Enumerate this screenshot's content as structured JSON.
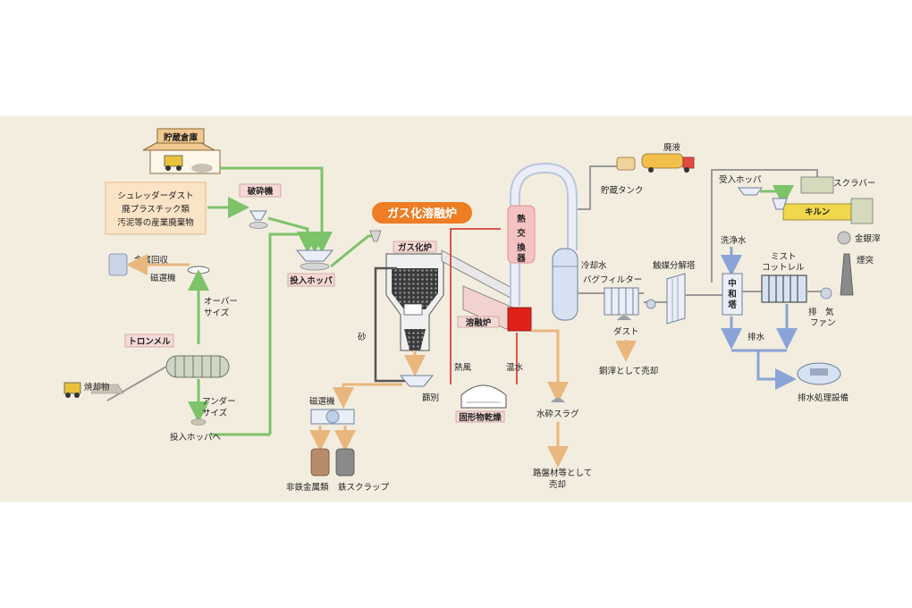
{
  "labels": {
    "storage": "貯蔵倉庫",
    "waste1": "シュレッダーダスト",
    "waste2": "廃プラスチック類",
    "waste3": "汚泥等の産業廃棄物",
    "crusher": "破砕機",
    "feed_hopper": "投入ホッパ",
    "metal_recovery": "金属回収",
    "magnet1": "磁選機",
    "oversize1": "オーバー",
    "oversize2": "サイズ",
    "trommel": "トロンメル",
    "incineration": "焼却物",
    "undersize1": "アンダー",
    "undersize2": "サイズ",
    "to_feed_hopper": "投入ホッパへ",
    "title": "ガス化溶融炉",
    "gasifier": "ガス化炉",
    "sand": "砂",
    "sieve": "篩別",
    "magnet2": "磁選機",
    "nonferrous": "非鉄金属類",
    "iron_scrap": "鉄スクラップ",
    "heat_exchanger": "熱交換器",
    "melting_furnace": "溶融炉",
    "hot_air": "熱風",
    "warm_water": "温水",
    "dryer": "固形物乾燥",
    "water_slag": "水砕スラグ",
    "road_material1": "路盤材等として",
    "road_material2": "売却",
    "waste_liquid": "廃液",
    "storage_tank": "貯蔵タンク",
    "cooling_water": "冷却水",
    "bag_filter": "バグフィルター",
    "dust": "ダスト",
    "copper_slag": "銅滓として売却",
    "catalyst_tower": "触媒分解塔",
    "receiving_hopper": "受入ホッパ",
    "scrubber": "スクラバー",
    "kiln": "キルン",
    "gold_silver": "金銀滓",
    "wash_water": "洗浄水",
    "neutral1": "中",
    "neutral2": "和",
    "neutral3": "塔",
    "mist1": "ミスト",
    "mist2": "コットレル",
    "chimney": "煙突",
    "exhaust1": "排　気",
    "exhaust2": "ファン",
    "drain": "排水",
    "drain_treatment": "排水処理設備"
  },
  "colors": {
    "panel_bg": "#f3ede0",
    "green_line": "#7dc36a",
    "orange_line": "#e9b77d",
    "blue_line": "#8aa4d8",
    "tag_bg": "#f5d9d6",
    "title_bg": "#ee7d24",
    "red_line": "#d9453c"
  }
}
